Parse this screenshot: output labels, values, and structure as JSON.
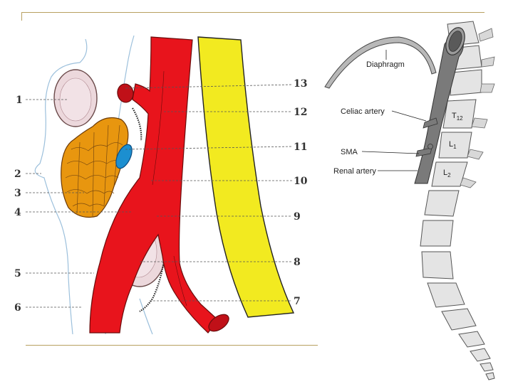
{
  "left_diagram": {
    "numbers": [
      "1",
      "2",
      "3",
      "4",
      "5",
      "6",
      "7",
      "8",
      "9",
      "10",
      "11",
      "12",
      "13"
    ]
  },
  "right_diagram": {
    "labels": {
      "diaphragm": "Diaphragm",
      "celiac": "Celiac artery",
      "sma": "SMA",
      "renal": "Renal artery",
      "t12": "T",
      "t12_sub": "12",
      "l1": "L",
      "l1_sub": "1",
      "l2": "L",
      "l2_sub": "2"
    }
  },
  "colors": {
    "artery": "#e8141c",
    "vertebra_yellow": "#f2ea20",
    "fat": "#e8960f",
    "vein_blue": "#1c8fd0",
    "kidney": "#ecd8dc",
    "outline": "#9cc0dc",
    "aorta_grey": "#7a7a7a"
  }
}
